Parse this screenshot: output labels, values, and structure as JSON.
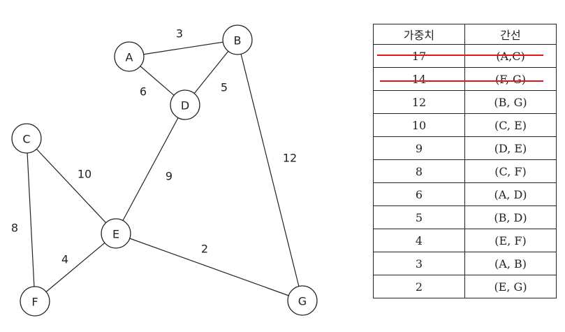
{
  "graph": {
    "nodes": [
      {
        "id": "A",
        "label": "A"
      },
      {
        "id": "B",
        "label": "B"
      },
      {
        "id": "C",
        "label": "C"
      },
      {
        "id": "D",
        "label": "D"
      },
      {
        "id": "E",
        "label": "E"
      },
      {
        "id": "F",
        "label": "F"
      },
      {
        "id": "G",
        "label": "G"
      }
    ],
    "edges": [
      {
        "from": "A",
        "to": "B",
        "weight": "3"
      },
      {
        "from": "A",
        "to": "D",
        "weight": "6"
      },
      {
        "from": "B",
        "to": "D",
        "weight": "5"
      },
      {
        "from": "B",
        "to": "G",
        "weight": "12"
      },
      {
        "from": "D",
        "to": "E",
        "weight": "9"
      },
      {
        "from": "C",
        "to": "E",
        "weight": "10"
      },
      {
        "from": "C",
        "to": "F",
        "weight": "8"
      },
      {
        "from": "E",
        "to": "F",
        "weight": "4"
      },
      {
        "from": "E",
        "to": "G",
        "weight": "2"
      }
    ]
  },
  "table": {
    "headers": {
      "weight": "가중치",
      "edge": "간선"
    },
    "rows": [
      {
        "weight": "17",
        "edge": "(A,C)",
        "struck": true
      },
      {
        "weight": "14",
        "edge": "(F, G)",
        "struck": true
      },
      {
        "weight": "12",
        "edge": "(B, G)"
      },
      {
        "weight": "10",
        "edge": "(C, E)"
      },
      {
        "weight": "9",
        "edge": "(D, E)"
      },
      {
        "weight": "8",
        "edge": "(C, F)"
      },
      {
        "weight": "6",
        "edge": "(A, D)"
      },
      {
        "weight": "5",
        "edge": "(B, D)"
      },
      {
        "weight": "4",
        "edge": "(E, F)"
      },
      {
        "weight": "3",
        "edge": "(A, B)"
      },
      {
        "weight": "2",
        "edge": "(E, G)"
      }
    ],
    "strike_color": "#e0161c"
  }
}
